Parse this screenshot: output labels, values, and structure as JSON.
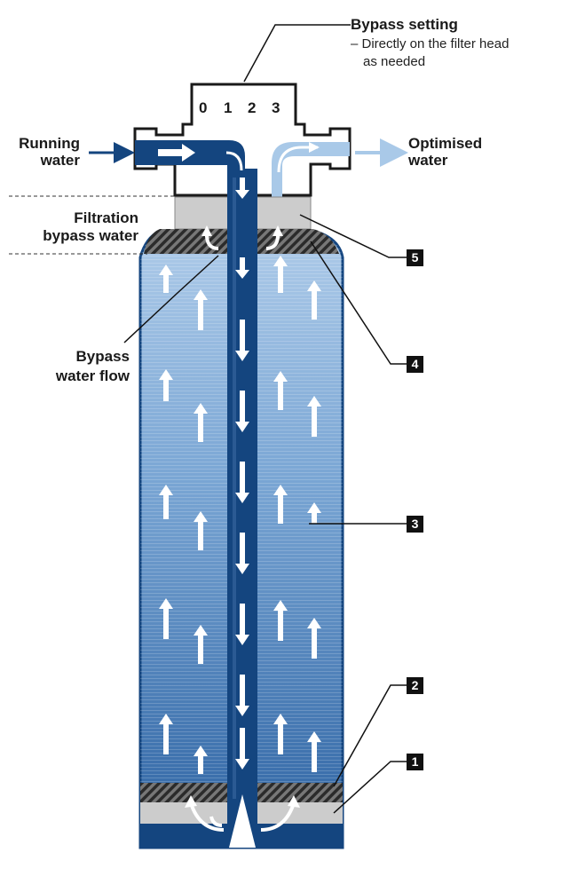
{
  "labels": {
    "bypass_setting_title": "Bypass setting",
    "bypass_setting_line1": "– Directly on the filter head",
    "bypass_setting_line2": "as needed",
    "running_water_line1": "Running",
    "running_water_line2": "water",
    "optimised_water_line1": "Optimised",
    "optimised_water_line2": "water",
    "filtration_bypass_line1": "Filtration",
    "filtration_bypass_line2": "bypass water",
    "bypass_flow_line1": "Bypass",
    "bypass_flow_line2": "water flow"
  },
  "dial": [
    "0",
    "1",
    "2",
    "3"
  ],
  "callouts": [
    "1",
    "2",
    "3",
    "4",
    "5"
  ],
  "colors": {
    "dark_blue": "#14457f",
    "mid_blue": "#4f86c0",
    "light_blue": "#a9c9e8",
    "gray_band": "#cccccc",
    "hatch": "#3a3a3a"
  }
}
